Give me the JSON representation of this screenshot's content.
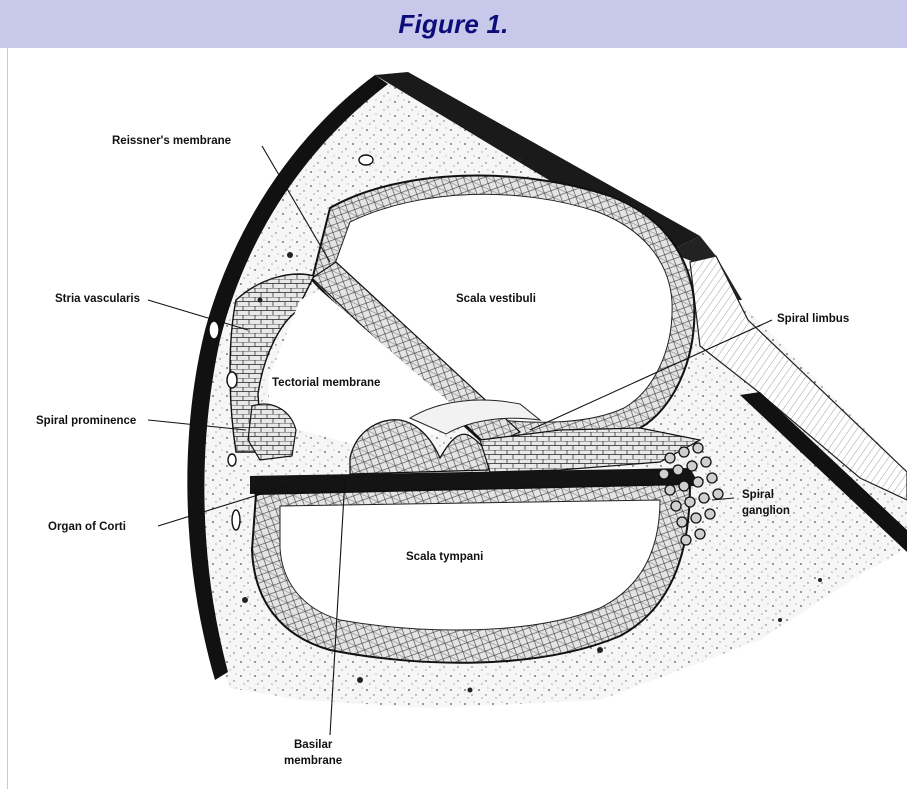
{
  "header": {
    "title": "Figure 1."
  },
  "labels": {
    "reissners_membrane": "Reissner's membrane",
    "scala_vestibuli": "Scala vestibuli",
    "stria_vascularis": "Stria vascularis",
    "spiral_limbus": "Spiral limbus",
    "tectorial_membrane": "Tectorial membrane",
    "spiral_prominence": "Spiral prominence",
    "spiral_ganglion_line1": "Spiral",
    "spiral_ganglion_line2": "ganglion",
    "organ_of_corti": "Organ of Corti",
    "scala_tympani": "Scala tympani",
    "basilar_membrane_line1": "Basilar",
    "basilar_membrane_line2": "membrane"
  },
  "colors": {
    "header_bg": "#c8c8ea",
    "header_text": "#0d0d7a",
    "ink": "#111111"
  }
}
